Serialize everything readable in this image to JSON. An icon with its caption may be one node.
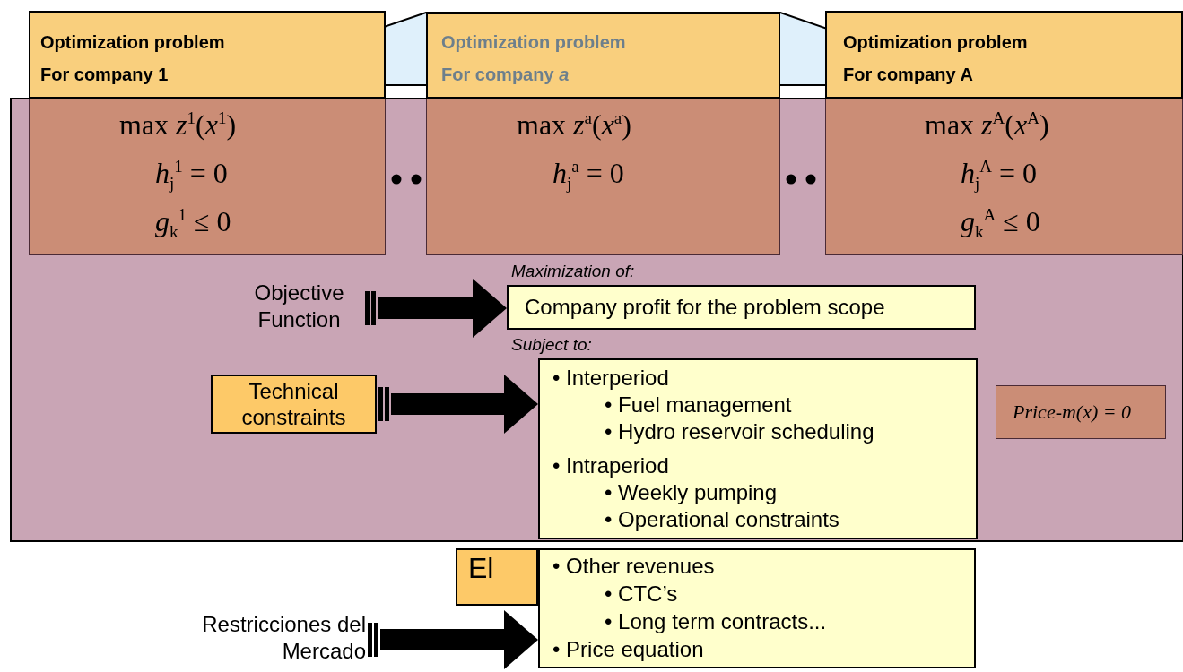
{
  "diagram": {
    "nodes": [
      {
        "text": [
          "Optimization problem",
          "For company 1"
        ]
      },
      {
        "text": [
          "Optimization problem",
          "For company *a*"
        ]
      },
      {
        "text": [
          "Optimization problem",
          "For company A"
        ]
      },
      {
        "text": [
          "max *z*$^{1}$(*x*$^{1}$)",
          "*h*$_{j}$$^{1}$ = 0",
          "*g*$_{k}$$^{1}$ ≤ 0"
        ]
      },
      {
        "text": [
          "max *z*$^{a}$(*x*$^{a}$)",
          "*h*$_{j}$$^{a}$ = 0"
        ]
      },
      {
        "text": [
          "max *z*$^{A}$(*x*$^{A}$)",
          "*h*$_{j}$$^{A}$ = 0",
          "*g*$_{k}$$^{A}$ ≤ 0"
        ]
      },
      {
        "text": [
          "Objective Function"
        ]
      },
      {
        "text": [
          "Company profit for the problem scope"
        ]
      },
      {
        "text": [
          "Technical constraints"
        ]
      },
      {
        "text": [
          "• Interperiod",
          "• Fuel management",
          "• Hydro reservoir scheduling",
          "• Intraperiod",
          "• Weekly pumping",
          "• Operational constraints"
        ]
      },
      {
        "text": [
          "Price-m(x) = 0"
        ]
      },
      {
        "text": [
          "El"
        ]
      },
      {
        "text": [
          "Restricciones del Mercado"
        ]
      },
      {
        "text": [
          "• Other revenues",
          "• CTC’s",
          "• Long term contracts...",
          "• Price equation"
        ]
      }
    ],
    "edges": [
      {
        "from": 6,
        "to": 7,
        "arrow": "to"
      },
      {
        "from": 8,
        "to": 9,
        "arrow": "to"
      },
      {
        "from": 12,
        "to": 13,
        "arrow": "to"
      }
    ],
    "labels": [
      "Maximization of:",
      "Subject to:"
    ]
  }
}
